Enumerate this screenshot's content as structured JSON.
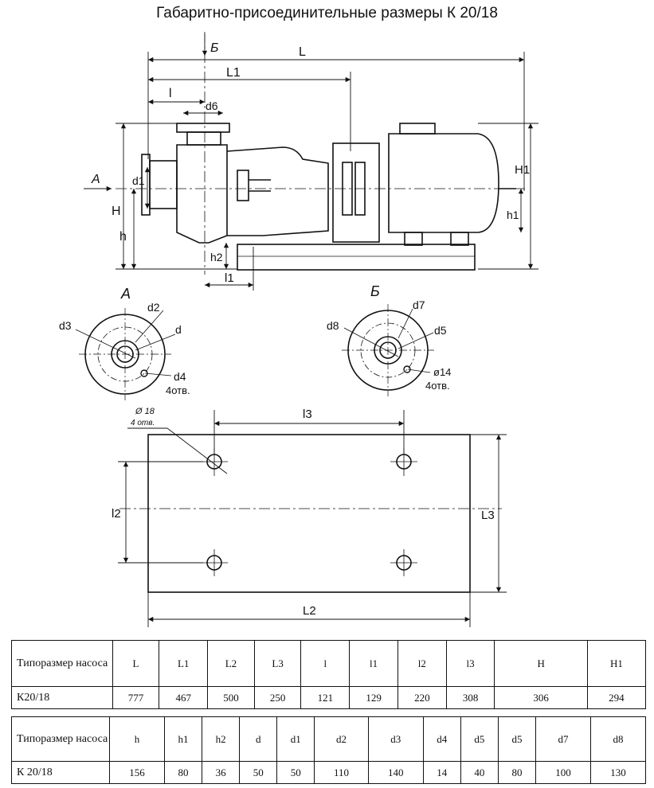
{
  "title": "Габаритно-присоединительные размеры К 20/18",
  "labels": {
    "L": "L",
    "L1": "L1",
    "l": "l",
    "d6": "d6",
    "B": "Б",
    "A": "A",
    "H": "H",
    "h": "h",
    "H1": "H1",
    "h1": "h1",
    "h2": "h2",
    "l1": "l1",
    "d1": "d1",
    "viewA": "A",
    "viewB": "Б",
    "d2": "d2",
    "d3": "d3",
    "d": "d",
    "d4": "d4",
    "holes4a": "4отв.",
    "d7": "d7",
    "d8": "d8",
    "d5": "d5",
    "dia14": "ø14",
    "holes4b": "4отв.",
    "dia18": "Ø 18",
    "holes4c": "4 отв.",
    "l3": "l3",
    "l2": "l2",
    "L3": "L3",
    "L2": "L2"
  },
  "table1": {
    "head": "Типоразмер насоса",
    "cols": [
      "L",
      "L1",
      "L2",
      "L3",
      "l",
      "l1",
      "l2",
      "l3",
      "H",
      "H1"
    ],
    "row": [
      "К20/18",
      "777",
      "467",
      "500",
      "250",
      "121",
      "129",
      "220",
      "308",
      "306",
      "294"
    ]
  },
  "table2": {
    "head": "Типоразмер насоса",
    "cols": [
      "h",
      "h1",
      "h2",
      "d",
      "d1",
      "d2",
      "d3",
      "d4",
      "d5",
      "d5",
      "d7",
      "d8"
    ],
    "row": [
      "К 20/18",
      "156",
      "80",
      "36",
      "50",
      "50",
      "110",
      "140",
      "14",
      "40",
      "80",
      "100",
      "130"
    ]
  }
}
